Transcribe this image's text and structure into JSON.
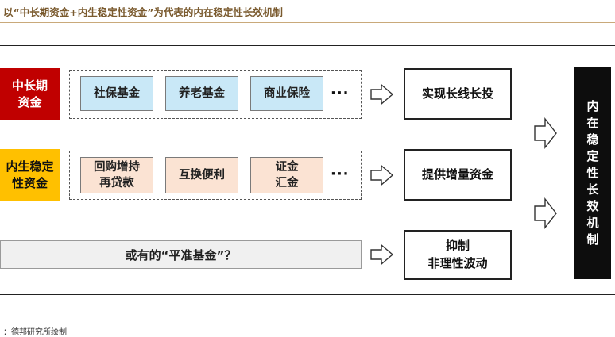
{
  "title": "以“中长期资金+内生稳定性资金”为代表的内在稳定性长效机制",
  "rows": [
    {
      "category": "中长期\n资金",
      "items": [
        "社保基金",
        "养老基金",
        "商业保险"
      ],
      "ellipsis": "···",
      "result": "实现长线长投"
    },
    {
      "category": "内生稳定\n性资金",
      "items": [
        "回购增持\n再贷款",
        "互换便利",
        "证金\n汇金"
      ],
      "ellipsis": "···",
      "result": "提供增量资金"
    },
    {
      "category": "",
      "guess": "或有的“平准基金”？",
      "result": "抑制\n非理性波动"
    }
  ],
  "final": "内在稳定性长效机制",
  "source": "：德邦研究所绘制",
  "colors": {
    "accent_red": "#c00000",
    "accent_yellow": "#ffc000",
    "chip_blue": "#c9e8f7",
    "chip_peach": "#fbe3d3",
    "final_bg": "#0d0d0d"
  }
}
